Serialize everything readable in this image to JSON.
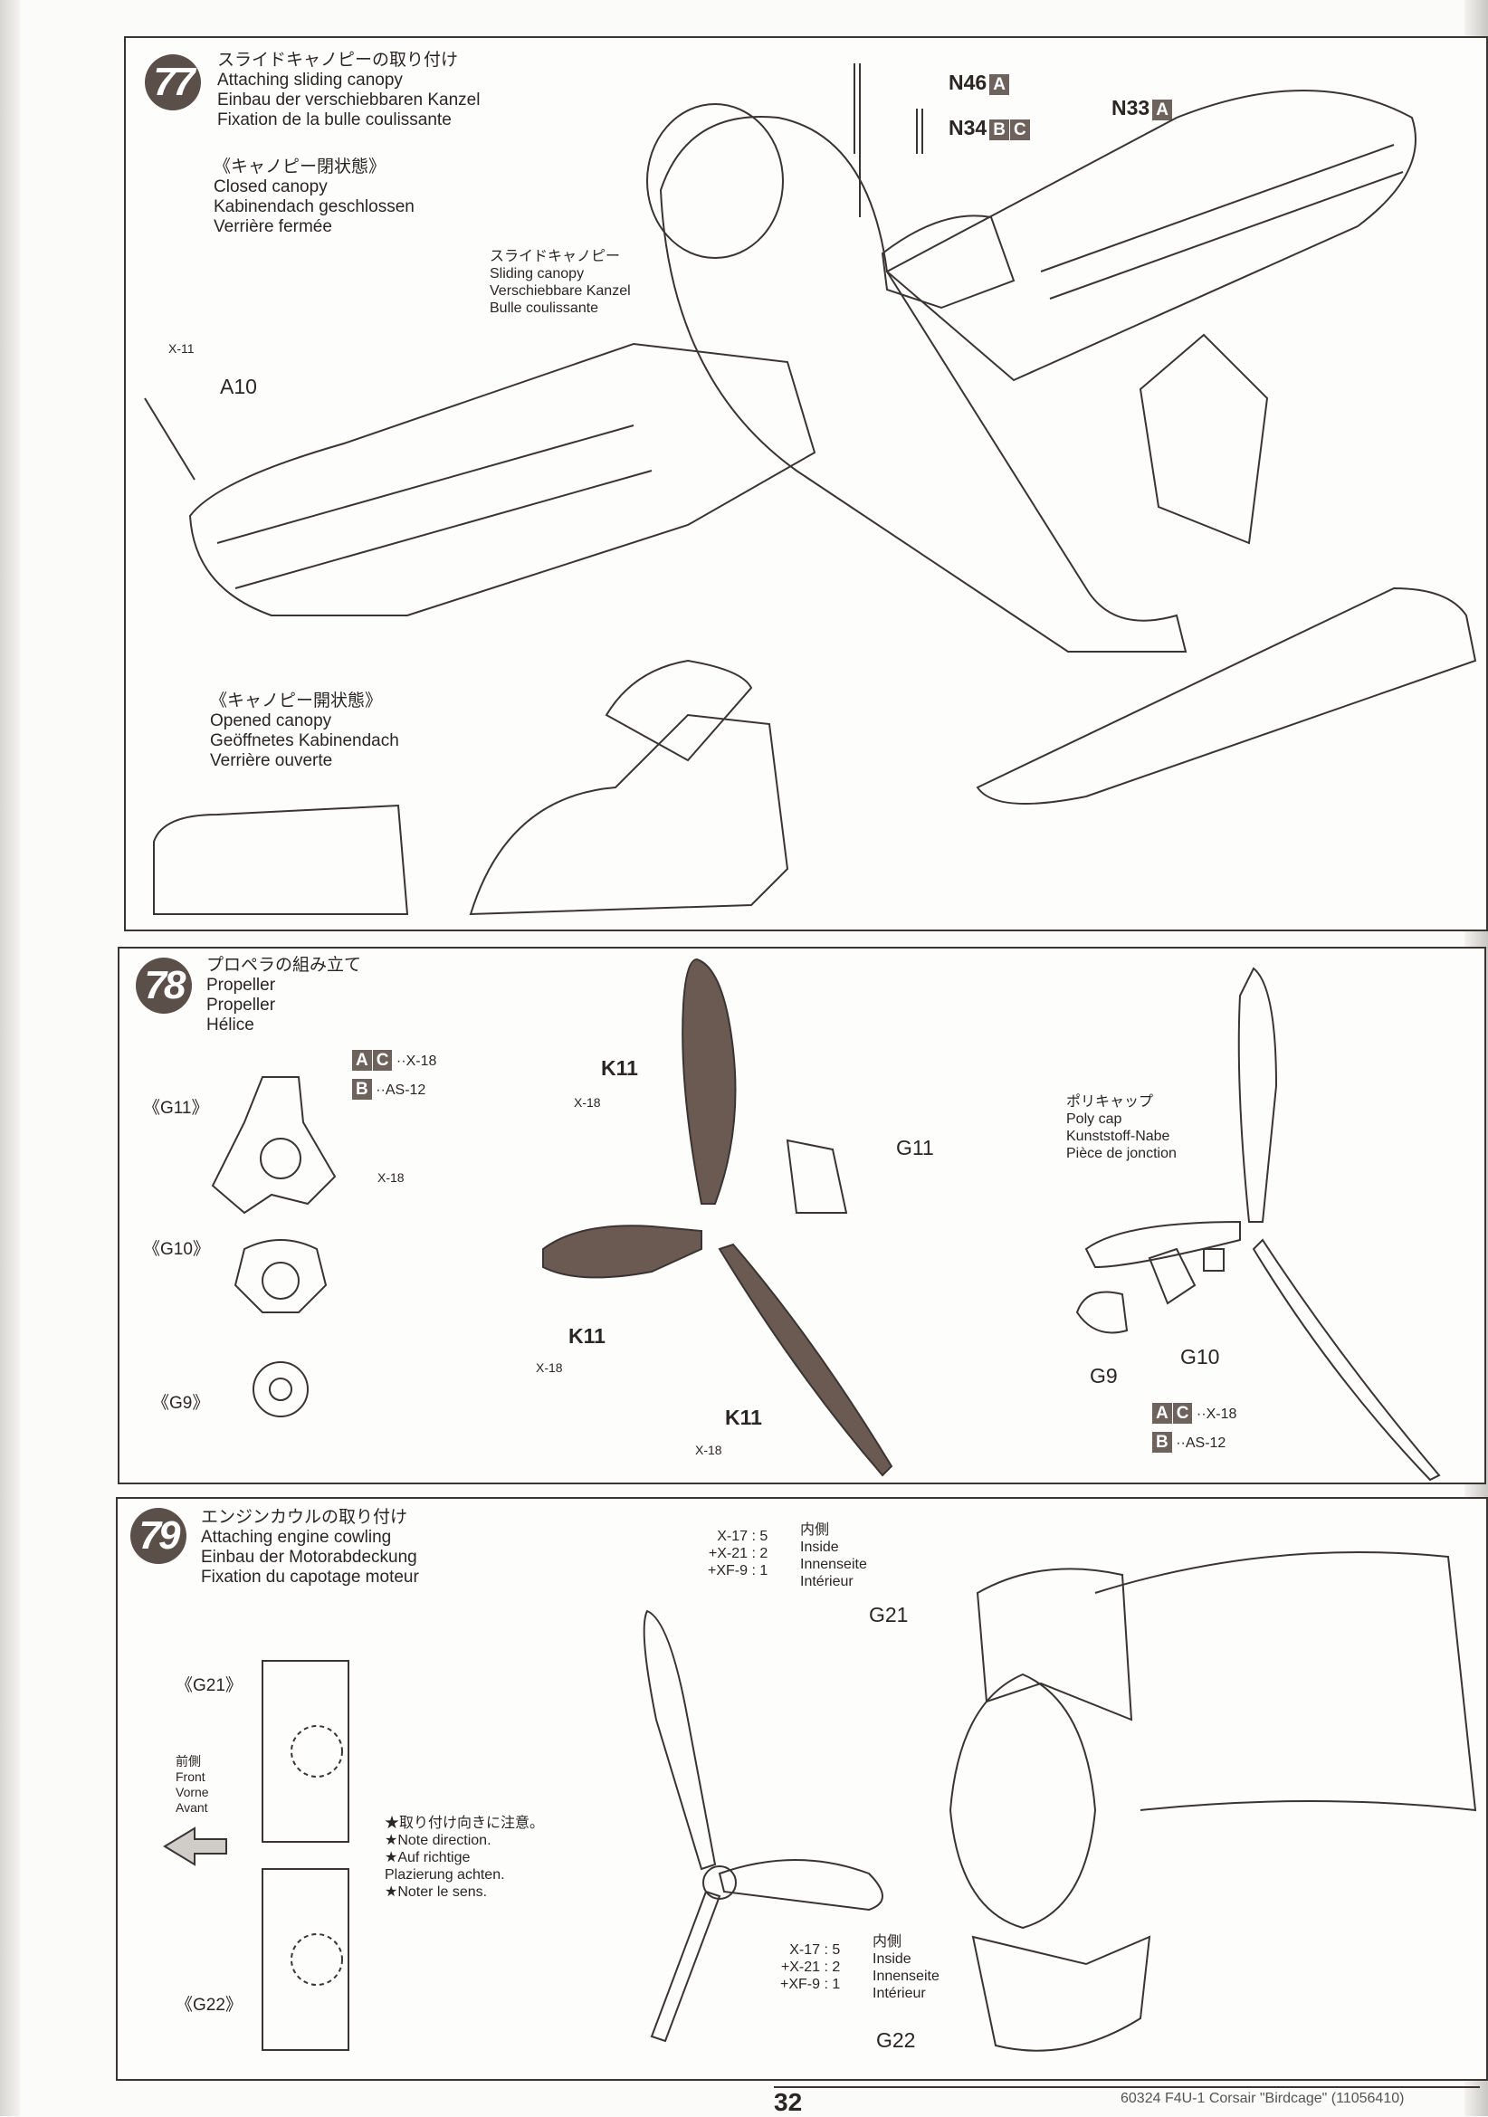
{
  "step77": {
    "number": "77",
    "title_jp": "スライドキャノピーの取り付け",
    "title_en": "Attaching sliding canopy",
    "title_de": "Einbau der verschiebbaren Kanzel",
    "title_fr": "Fixation de la bulle coulissante",
    "closed": {
      "jp": "《キャノピー閉状態》",
      "en": "Closed canopy",
      "de": "Kabinendach geschlossen",
      "fr": "Verrière fermée"
    },
    "opened": {
      "jp": "《キャノピー開状態》",
      "en": "Opened canopy",
      "de": "Geöffnetes Kabinendach",
      "fr": "Verrière ouverte"
    },
    "sliding": {
      "jp": "スライドキャノピー",
      "en": "Sliding canopy",
      "de": "Verschiebbare Kanzel",
      "fr": "Bulle coulissante"
    },
    "parts": {
      "n46": {
        "label": "N46",
        "sprue": "A"
      },
      "n34": {
        "label": "N34",
        "sprue1": "B",
        "sprue2": "C"
      },
      "n33": {
        "label": "N33",
        "sprue": "A"
      },
      "a10": {
        "label": "A10",
        "paint": "X-11"
      }
    }
  },
  "step78": {
    "number": "78",
    "title_jp": "プロペラの組み立て",
    "title_en": "Propeller",
    "title_de": "Propeller",
    "title_fr": "Hélice",
    "g11_label": "《G11》",
    "g10_label": "《G10》",
    "g9_label": "《G9》",
    "paint_ac": {
      "s1": "A",
      "s2": "C",
      "paint": "··X-18"
    },
    "paint_b": {
      "s1": "B",
      "paint": "··AS-12"
    },
    "hub_paint": "X-18",
    "k11": "K11",
    "x18": "X-18",
    "g11": "G11",
    "g10": "G10",
    "g9": "G9",
    "polycap": {
      "jp": "ポリキャップ",
      "en": "Poly cap",
      "de": "Kunststoff-Nabe",
      "fr": "Pièce de jonction"
    }
  },
  "step79": {
    "number": "79",
    "title_jp": "エンジンカウルの取り付け",
    "title_en": "Attaching engine cowling",
    "title_de": "Einbau der Motorabdeckung",
    "title_fr": "Fixation du capotage moteur",
    "g21_label": "《G21》",
    "g22_label": "《G22》",
    "front": {
      "jp": "前側",
      "en": "Front",
      "de": "Vorne",
      "fr": "Avant"
    },
    "note": {
      "jp": "★取り付け向きに注意。",
      "en": "★Note direction.",
      "de1": "★Auf richtige",
      "de2": "Plazierung achten.",
      "fr": "★Noter le sens."
    },
    "mix": [
      "X-17 : 5",
      "+X-21 : 2",
      "+XF-9 : 1"
    ],
    "inside": {
      "jp": "内側",
      "en": "Inside",
      "de": "Innenseite",
      "fr": "Intérieur"
    },
    "g21": "G21",
    "g22": "G22"
  },
  "footer": {
    "page": "32",
    "product": "60324  F4U-1 Corsair \"Birdcage\" (11056410)"
  },
  "colors": {
    "ink": "#2a2624",
    "badge": "#5b4f4a",
    "blade": "#6b5a52"
  }
}
